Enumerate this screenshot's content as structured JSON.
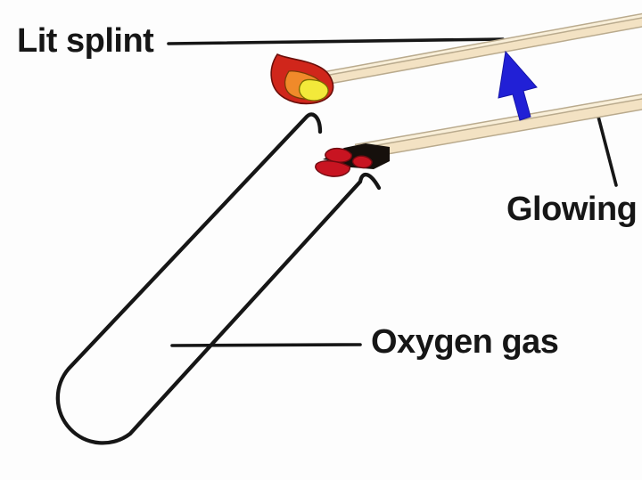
{
  "diagram": {
    "labels": {
      "lit_splint": "Lit splint",
      "glowing": "Glowing",
      "oxygen_gas": "Oxygen gas"
    },
    "colors": {
      "background": "#fdfdfd",
      "ink": "#161616",
      "arrow_blue": "#2120d6",
      "flame_outer_red": "#d0261b",
      "flame_mid_orange": "#f08a2a",
      "flame_inner_yellow": "#f3e93a",
      "ember_red": "#c81421",
      "char_black": "#16100c",
      "splint_front": "#f3e2c3",
      "splint_top_face": "#f9efd9",
      "splint_outline": "#b9aa8d"
    }
  }
}
